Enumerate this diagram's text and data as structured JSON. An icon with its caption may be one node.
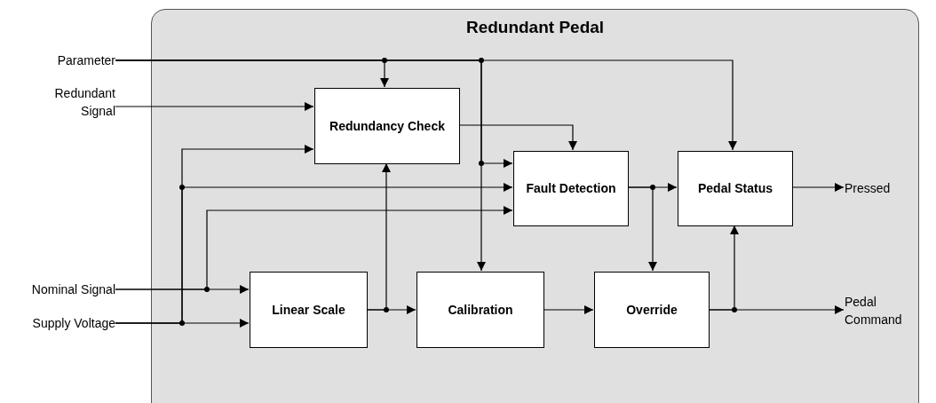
{
  "diagram": {
    "nodes": [
      {
        "text": [
          "Redundant Pedal"
        ]
      },
      {
        "text": [
          "Redundancy Check"
        ],
        "in": 0
      },
      {
        "text": [
          "Fault Detection"
        ],
        "in": 0
      },
      {
        "text": [
          "Pedal Status"
        ],
        "in": 0
      },
      {
        "text": [
          "Linear Scale"
        ],
        "in": 0
      },
      {
        "text": [
          "Calibration"
        ],
        "in": 0
      },
      {
        "text": [
          "Override"
        ],
        "in": 0
      },
      {
        "text": [
          "Parameter"
        ]
      },
      {
        "text": [
          "Redundant Signal"
        ]
      },
      {
        "text": [
          "Nominal Signal"
        ]
      },
      {
        "text": [
          "Supply Voltage"
        ]
      },
      {
        "text": [
          "Pressed"
        ],
        "in": 0
      },
      {
        "text": [
          "Pedal Command"
        ],
        "in": 0
      }
    ],
    "edges": [
      {
        "from": 7,
        "to": 1,
        "arrow": "to"
      },
      {
        "from": 7,
        "to": 5,
        "arrow": "to"
      },
      {
        "from": 7,
        "to": 2,
        "arrow": "to"
      },
      {
        "from": 7,
        "to": 3,
        "arrow": "to"
      },
      {
        "from": 8,
        "to": 1,
        "arrow": "to"
      },
      {
        "from": 9,
        "to": 4,
        "arrow": "to"
      },
      {
        "from": 9,
        "to": 2,
        "arrow": "to"
      },
      {
        "from": 10,
        "to": 4,
        "arrow": "to"
      },
      {
        "from": 10,
        "to": 1,
        "arrow": "to"
      },
      {
        "from": 10,
        "to": 2,
        "arrow": "to"
      },
      {
        "from": 4,
        "to": 5,
        "arrow": "to"
      },
      {
        "from": 4,
        "to": 1,
        "arrow": "to"
      },
      {
        "from": 1,
        "to": 2,
        "arrow": "to"
      },
      {
        "from": 5,
        "to": 6,
        "arrow": "to"
      },
      {
        "from": 2,
        "to": 3,
        "arrow": "to"
      },
      {
        "from": 2,
        "to": 6,
        "arrow": "to"
      },
      {
        "from": 3,
        "to": 11,
        "arrow": "to"
      },
      {
        "from": 6,
        "to": 12,
        "arrow": "to"
      },
      {
        "from": 6,
        "to": 3,
        "arrow": "to"
      }
    ]
  }
}
